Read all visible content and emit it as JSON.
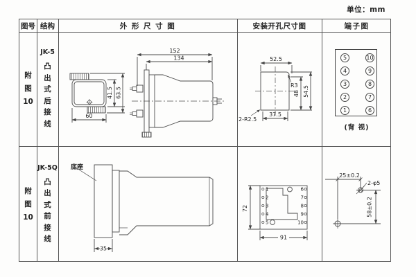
{
  "page": {
    "unit_label": "单位：mm"
  },
  "headers": {
    "fig_no": "图号",
    "structure": "结构",
    "outline": "外 形 尺 寸 图",
    "mounting": "安装开孔尺寸图",
    "terminal": "端子图"
  },
  "row1": {
    "fig_no": "附 图 10",
    "model": "JK-5",
    "structure_text": "凸出式后接线",
    "outline": {
      "total_len": "152",
      "body_len": "134",
      "front_width": "60",
      "inner_height": "41.5",
      "outer_height": "63.5"
    },
    "mounting": {
      "top_width": "52.5",
      "corner_radius": "R3",
      "hole_span": "48",
      "total_height": "54.5",
      "bottom_width": "37.5",
      "corner_note": "2-R2.5"
    },
    "terminal": {
      "left": [
        "5",
        "4",
        "3",
        "2",
        "1"
      ],
      "right": [
        "10",
        "9",
        "8",
        "7",
        "6"
      ],
      "caption": "(背 视)"
    }
  },
  "row2": {
    "fig_no": "附 图 10",
    "model": "JK-5Q",
    "structure_text": "凸出式前接线",
    "outline": {
      "base_label": "底座",
      "base_width": "35"
    },
    "mounting": {
      "height": "72",
      "width": "91",
      "left_terms": [
        "1",
        "2",
        "3",
        "4",
        "5"
      ],
      "right_terms": [
        "6",
        "7",
        "8",
        "9",
        "10"
      ]
    },
    "holes": {
      "h_span": "25±0.2",
      "hole_note": "2-φ5",
      "v_span": "58±0.2"
    }
  }
}
